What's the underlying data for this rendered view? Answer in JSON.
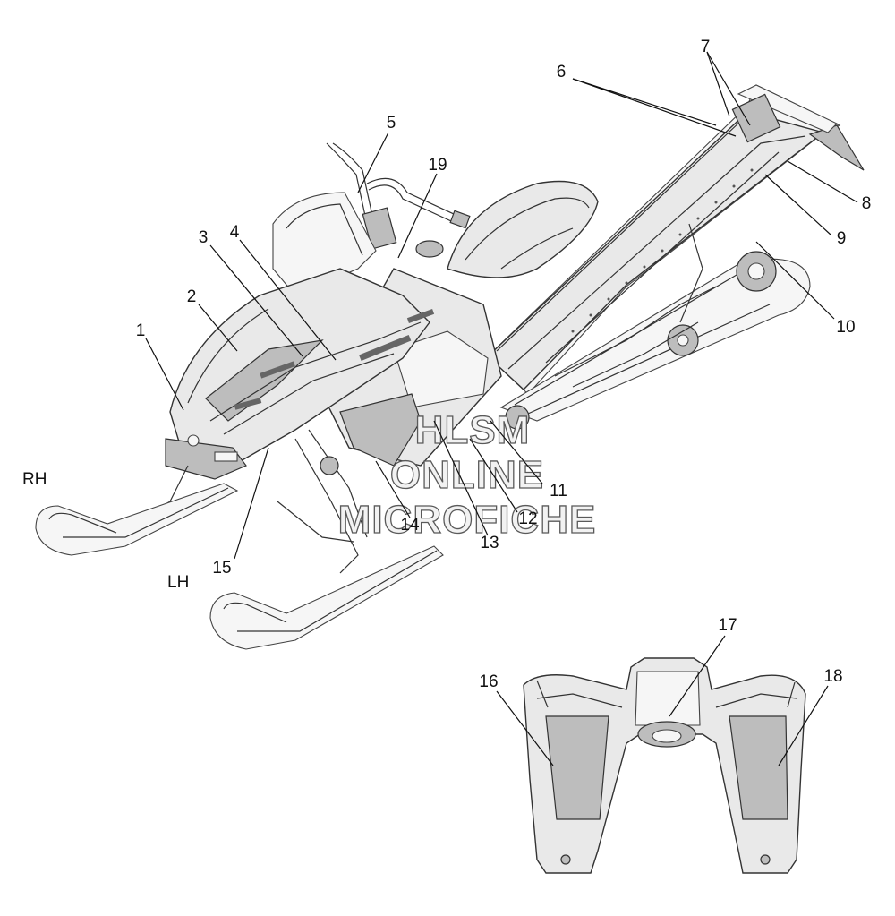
{
  "side_labels": {
    "rh": "RH",
    "lh": "LH"
  },
  "watermark": {
    "line1": "HLSM",
    "line2": "ONLINE",
    "line3": "MICROFICHE"
  },
  "callouts": [
    "1",
    "2",
    "3",
    "4",
    "5",
    "6",
    "7",
    "8",
    "9",
    "10",
    "11",
    "12",
    "13",
    "14",
    "15",
    "16",
    "17",
    "18",
    "19"
  ]
}
